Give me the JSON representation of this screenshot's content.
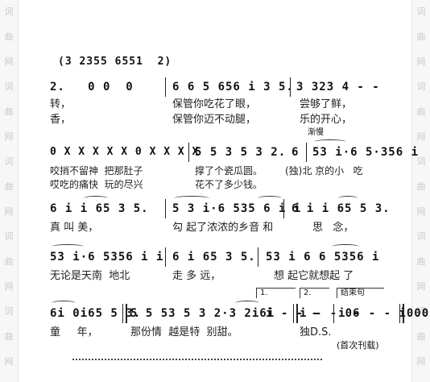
{
  "watermark_left": [
    "词",
    "曲",
    "网",
    "词",
    "曲",
    "网",
    "词",
    "曲",
    "网",
    "词",
    "曲",
    "网",
    "词",
    "曲",
    "网"
  ],
  "watermark_right": [
    "词",
    "曲",
    "网",
    "词",
    "曲",
    "网",
    "词",
    "曲",
    "网",
    "词",
    "曲",
    "网",
    "词",
    "曲",
    "网"
  ],
  "score": {
    "top_bracket": "(3 2355 6551  2)",
    "row1": {
      "notes_a": "2.   0 0  0",
      "notes_b": "6 6 5 656 i 3 5.",
      "notes_c": "3 323 4 - -",
      "lyric1_a": "转，",
      "lyric1_b": "保管你吃花了眼，",
      "lyric1_c": "尝够了鲜，",
      "lyric2_a": "香，",
      "lyric2_b": "保管你迈不动腿，",
      "lyric2_c": "乐的开心，"
    },
    "row2": {
      "mark": "渐慢",
      "notes_a": "0 X X X X X 0 X X X X",
      "notes_b": "5 5 3 5 3 2.",
      "notes_c": "6",
      "notes_d": "53 i·6 5·356 i",
      "lyric1_a": "咬捎不留神  把那肚子",
      "lyric1_b": "撑了个瓷瓜圆。",
      "lyric1_c": "(独)北 京的小   吃",
      "lyric2_a": "哎吃的痛快  玩的尽兴",
      "lyric2_b": "花不了多少钱。"
    },
    "row3": {
      "notes_a": "6 i i 65 3 5.",
      "notes_b": "5 3 i·6 535 6 i i",
      "notes_c": "6 i i 65 5 3.",
      "lyric_a": "真 叫 美，",
      "lyric_b": "勾 起了浓浓的乡音 和",
      "lyric_c": "思   念，"
    },
    "row4": {
      "notes_a": "53 i·6 5356 i i",
      "notes_b": "6 i 65 3 5.",
      "notes_c": "53 i 6 6 5356 i",
      "lyric_a": "无论是天南  地北",
      "lyric_b": "走 多 远，",
      "lyric_c": "想 起它就想起 了"
    },
    "row5": {
      "volta1": "1.",
      "volta2": "2.",
      "volta3": "结束句",
      "notes_a": "6i 0i65 5 3.",
      "notes_b": "5 5 53 5 3 2·3 2i6i",
      "notes_c": "i - - -",
      "notes_d": "i - - 06",
      "notes_e": "i - - - i000",
      "lyric_a": "童     年，",
      "lyric_b": "那份情  越是特  别甜。",
      "lyric_c": "独D.S."
    },
    "footer": "(首次刊载)"
  }
}
